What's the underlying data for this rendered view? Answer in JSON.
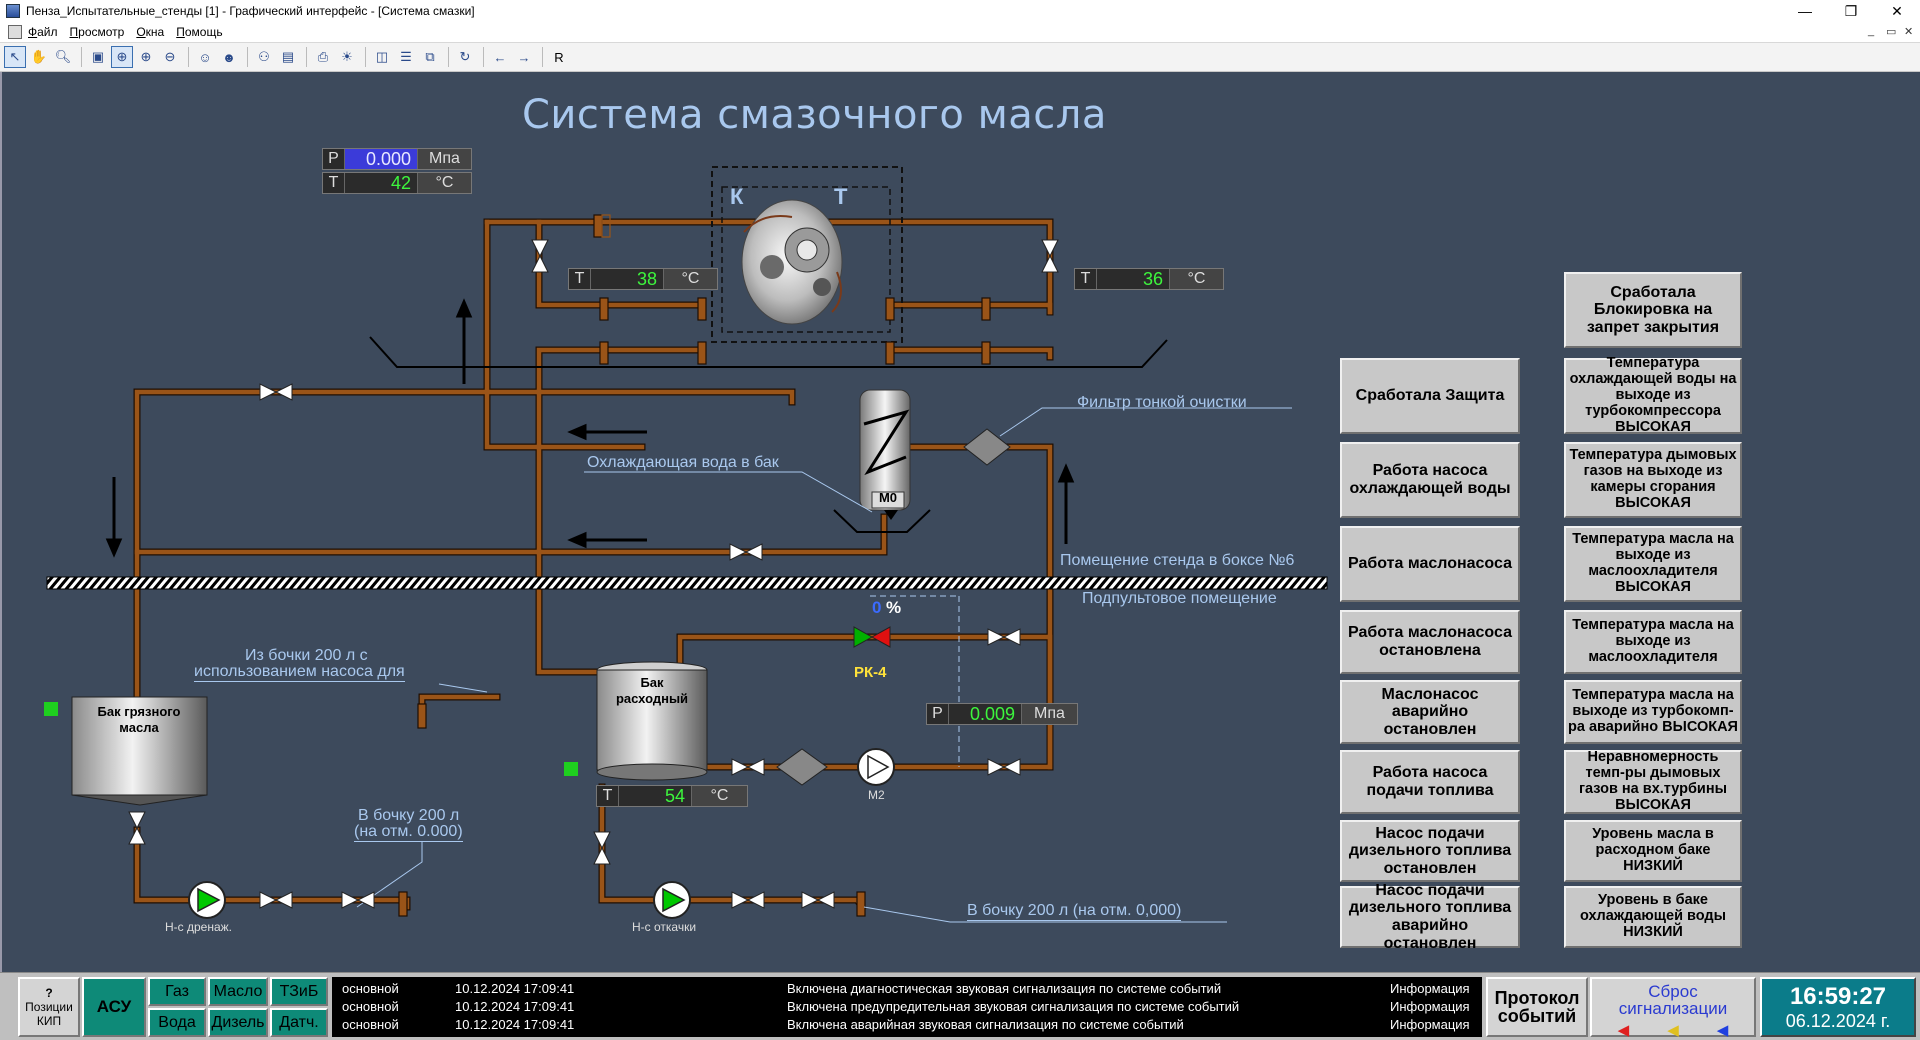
{
  "window": {
    "title": "Пенза_Испытательные_стенды [1] - Графический интерфейс - [Система смазки]",
    "minimize": "—",
    "restore": "❐",
    "close": "✕"
  },
  "menu": {
    "items": [
      "Файл",
      "Просмотр",
      "Окна",
      "Помощь"
    ],
    "mdi_min": "_",
    "mdi_restore": "▭",
    "mdi_close": "✕"
  },
  "toolbar": {
    "last_label": "R"
  },
  "page": {
    "title": "Система смазочного масла"
  },
  "readouts": {
    "p_top": {
      "letter": "P",
      "value": "0.000",
      "unit": "Мпа"
    },
    "t_top": {
      "letter": "T",
      "value": "42",
      "unit": "°C"
    },
    "t_left_turbo": {
      "letter": "T",
      "value": "38",
      "unit": "°C"
    },
    "t_right_turbo": {
      "letter": "T",
      "value": "36",
      "unit": "°C"
    },
    "p_pump": {
      "letter": "P",
      "value": "0.009",
      "unit": "Мпа"
    },
    "t_tank": {
      "letter": "T",
      "value": "54",
      "unit": "°C"
    }
  },
  "turbo": {
    "k": "К",
    "t": "Т"
  },
  "labels": {
    "filter": "Фильтр тонкой очистки",
    "cooling_water": "Охлаждающая вода в бак",
    "room_stand": "Помещение стенда в боксе №6",
    "room_console": "Подпультовое помещение",
    "from_barrel_1": "Из бочки 200 л с",
    "from_barrel_2": "использованием насоса для",
    "to_barrel_1a": "В бочку 200 л",
    "to_barrel_1b": "(на отм. 0.000)",
    "to_barrel_2": "В бочку 200 л (на отм. 0,000)",
    "heat_exch": "М0",
    "dirty_tank_1": "Бак грязного",
    "dirty_tank_2": "масла",
    "supply_tank_1": "Бак",
    "supply_tank_2": "расходный",
    "valve_rk4": "РК-4",
    "valve_pct_value": "0",
    "valve_pct_sign": "%",
    "pump_m2": "М2",
    "pump_drain": "Н-с дренаж.",
    "pump_pumpout": "Н-с откачки"
  },
  "alarms_left": [
    "Сработала Защита",
    "Работа насоса охлаждающей воды",
    "Работа маслонасоса",
    "Работа маслонасоса остановлена",
    "Маслонасос аварийно остановлен",
    "Работа насоса подачи топлива",
    "Насос подачи дизельного топлива остановлен",
    "Насос подачи дизельного топлива аварийно остановлен"
  ],
  "alarms_right": [
    "Сработала Блокировка на запрет закрытия",
    "Температура охлаждающей воды на выходе из турбокомпрессора ВЫСОКАЯ",
    "Температура дымовых газов на выходе из камеры сгорания ВЫСОКАЯ",
    "Температура масла на выходе из маслоохладителя ВЫСОКАЯ",
    "Температура масла на выходе из маслоохладителя",
    "Температура масла на выходе из турбокомп-ра аварийно ВЫСОКАЯ",
    "Неравномерность темп-ры дымовых газов на вх.турбины ВЫСОКАЯ",
    "Уровень масла в расходном баке НИЗКИЙ",
    "Уровень в баке охлаждающей воды НИЗКИЙ"
  ],
  "statusbar": {
    "help_q": "?",
    "help_label": "Позиции КИП",
    "asu": "АСУ",
    "gas": "Газ",
    "oil": "Масло",
    "tzib": "ТЗиБ",
    "water": "Вода",
    "diesel": "Дизель",
    "sensors": "Датч.",
    "protocol": "Протокол событий",
    "reset": "Сброс сигнализации",
    "time": "16:59:27",
    "date": "06.12.2024 г."
  },
  "events": [
    {
      "type": "основной",
      "datetime": "10.12.2024 17:09:41",
      "message": "Включена диагностическая звуковая сигнализация по системе событий",
      "level": "Информация"
    },
    {
      "type": "основной",
      "datetime": "10.12.2024 17:09:41",
      "message": "Включена предупредительная звуковая сигнализация по системе событий",
      "level": "Информация"
    },
    {
      "type": "основной",
      "datetime": "10.12.2024 17:09:41",
      "message": "Включена аварийная звуковая сигнализация по системе событий",
      "level": "Информация"
    }
  ],
  "colors": {
    "background": "#3d4a5c",
    "pipe": "#8a4a12",
    "label_blue": "#a9c8ee",
    "readout_green": "#3df53d",
    "pump_green": "#00c800",
    "alarm_panel": "#c8c8c8",
    "teal": "#0e8a78"
  }
}
